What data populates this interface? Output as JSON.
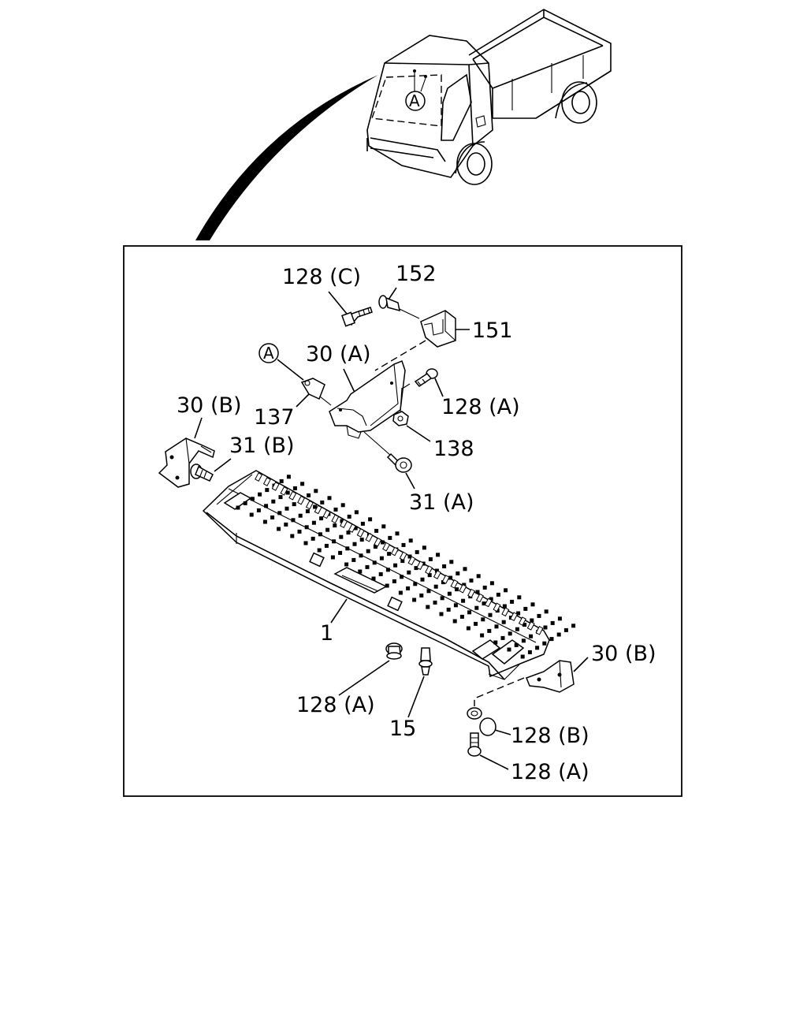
{
  "labels": {
    "p128c": "128 (C)",
    "p152": "152",
    "p151": "151",
    "p30a": "30 (A)",
    "p128a_top": "128 (A)",
    "p137": "137",
    "p30b_left": "30 (B)",
    "p31b": "31 (B)",
    "p138": "138",
    "p31a": "31 (A)",
    "p1": "1",
    "p30b_right": "30 (B)",
    "p128a_bottom": "128 (A)",
    "p15": "15",
    "p128b": "128 (B)",
    "p128a_lowright": "128 (A)",
    "callout_truck": "A",
    "callout_bracket": "A"
  }
}
